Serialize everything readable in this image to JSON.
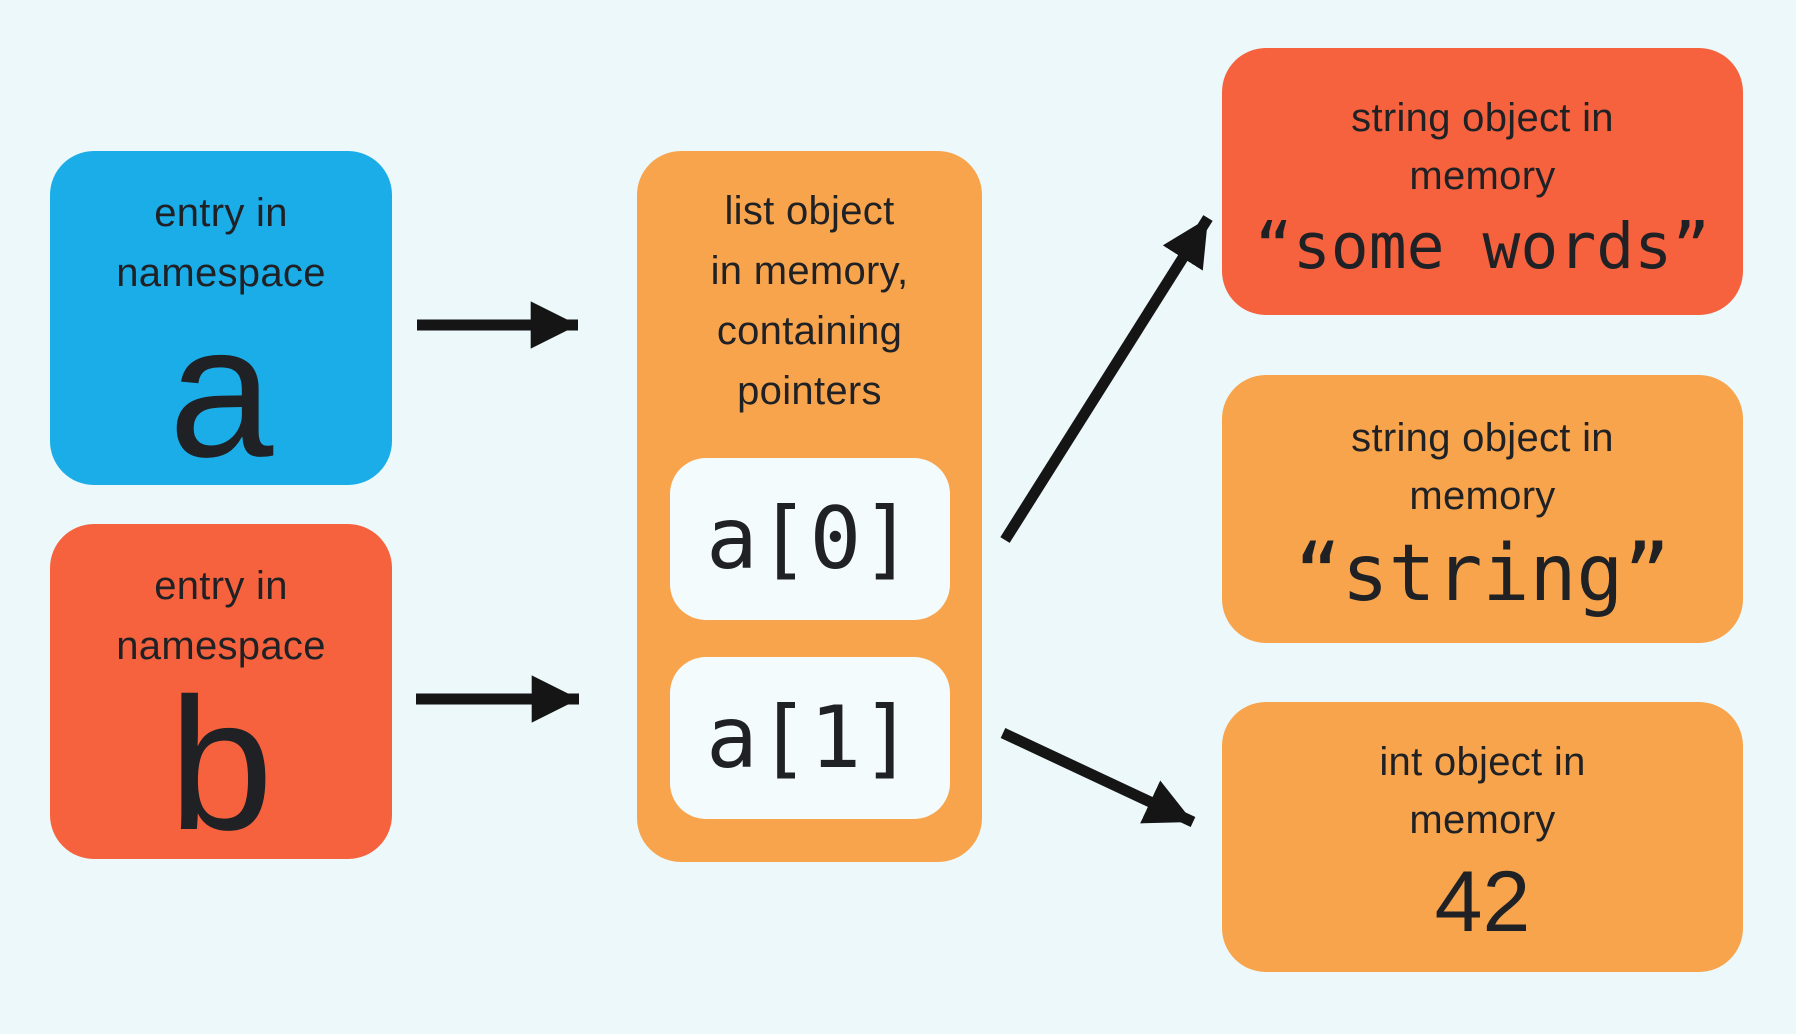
{
  "colors": {
    "background": "#ecf8f9",
    "blue": "#1bade8",
    "tomato": "#f6623e",
    "orange": "#f8a44c",
    "slot": "#f4fbfc",
    "ink": "#1f2125",
    "arrow": "#151515"
  },
  "namespaces": [
    {
      "line1": "entry in",
      "line2": "namespace",
      "name": "a"
    },
    {
      "line1": "entry in",
      "line2": "namespace",
      "name": "b"
    }
  ],
  "list": {
    "line1": "list object",
    "line2": "in memory,",
    "line3": "containing",
    "line4": "pointers",
    "items": [
      "a[0]",
      "a[1]"
    ]
  },
  "objects": [
    {
      "line1": "string object in",
      "line2": "memory",
      "value": "“some words”"
    },
    {
      "line1": "string object in",
      "line2": "memory",
      "value": "“string”"
    },
    {
      "line1": "int object in",
      "line2": "memory",
      "value": "42"
    }
  ]
}
